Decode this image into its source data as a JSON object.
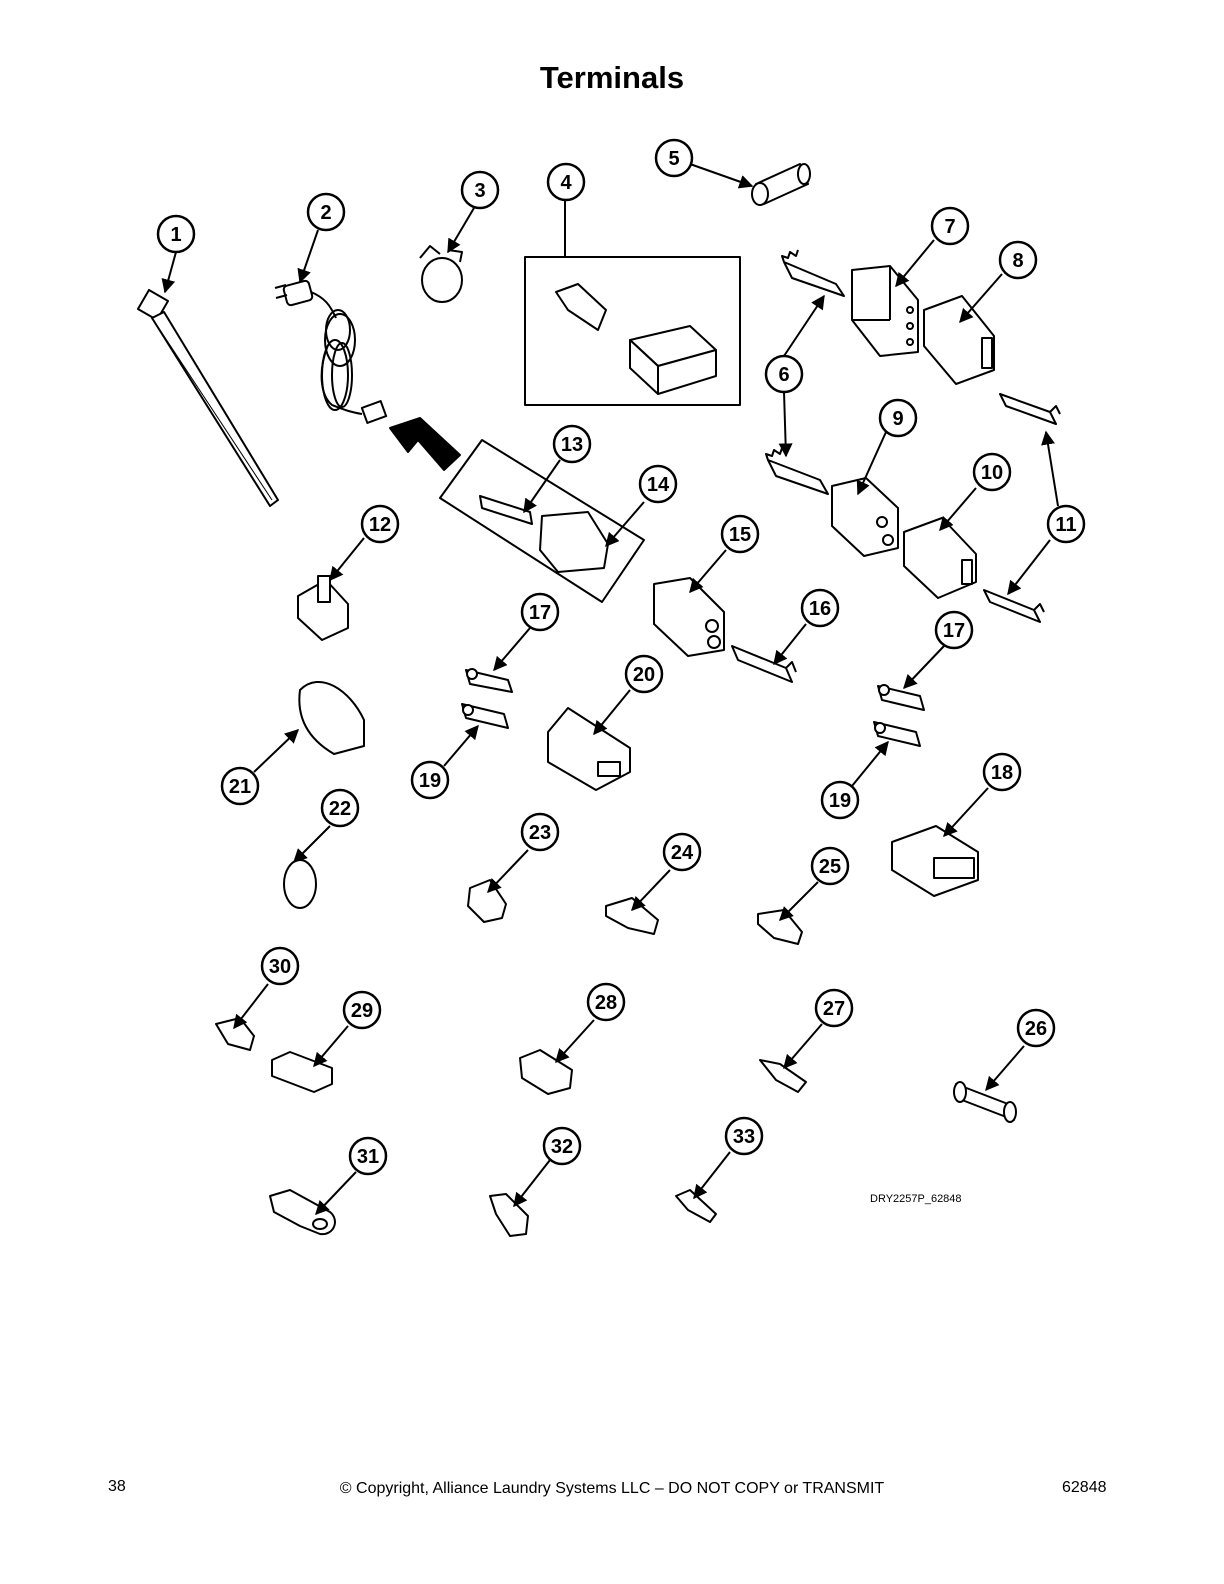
{
  "page": {
    "title": "Terminals",
    "page_number": "38",
    "copyright": "© Copyright, Alliance Laundry Systems LLC – DO NOT COPY or TRANSMIT",
    "doc_number": "62848"
  },
  "diagram": {
    "reference": "DRY2257P_62848",
    "callouts": [
      {
        "label": "1"
      },
      {
        "label": "2"
      },
      {
        "label": "3"
      },
      {
        "label": "4"
      },
      {
        "label": "5"
      },
      {
        "label": "6"
      },
      {
        "label": "7"
      },
      {
        "label": "8"
      },
      {
        "label": "9"
      },
      {
        "label": "10"
      },
      {
        "label": "11"
      },
      {
        "label": "12"
      },
      {
        "label": "13"
      },
      {
        "label": "14"
      },
      {
        "label": "15"
      },
      {
        "label": "16"
      },
      {
        "label": "17"
      },
      {
        "label": "17"
      },
      {
        "label": "18"
      },
      {
        "label": "19"
      },
      {
        "label": "19"
      },
      {
        "label": "20"
      },
      {
        "label": "21"
      },
      {
        "label": "22"
      },
      {
        "label": "23"
      },
      {
        "label": "24"
      },
      {
        "label": "25"
      },
      {
        "label": "26"
      },
      {
        "label": "27"
      },
      {
        "label": "28"
      },
      {
        "label": "29"
      },
      {
        "label": "30"
      },
      {
        "label": "31"
      },
      {
        "label": "32"
      },
      {
        "label": "33"
      }
    ]
  }
}
